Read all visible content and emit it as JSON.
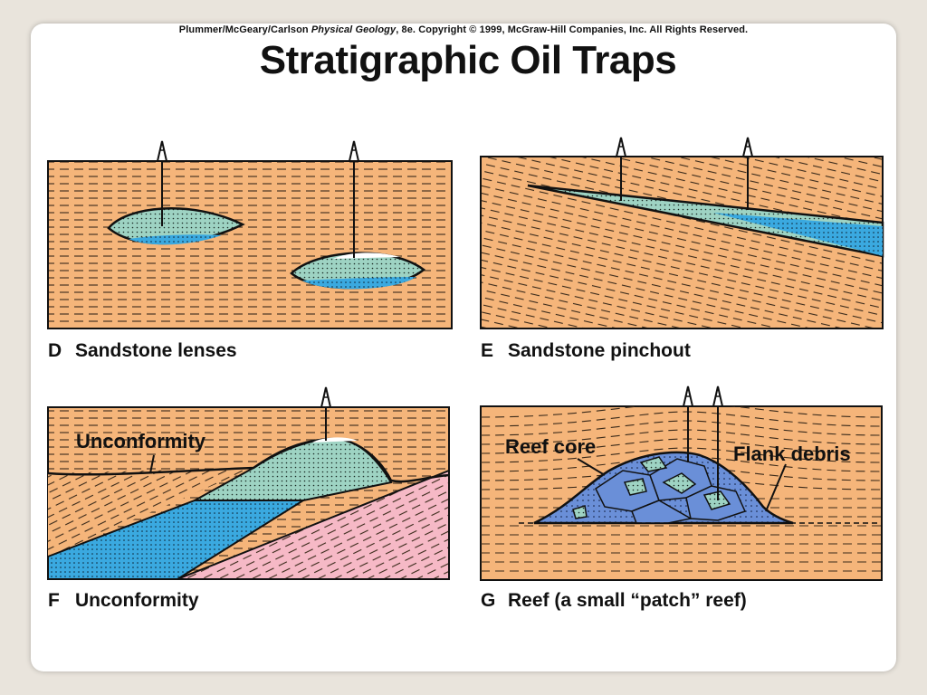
{
  "copyright": {
    "authors": "Plummer/McGeary/Carlson",
    "book": "Physical Geology",
    "rest": ", 8e.  Copyright © 1999, McGraw-Hill Companies, Inc. All Rights Reserved."
  },
  "title": "Stratigraphic Oil Traps",
  "panels": {
    "d": {
      "letter": "D",
      "caption": "Sandstone lenses"
    },
    "e": {
      "letter": "E",
      "caption": "Sandstone pinchout"
    },
    "f": {
      "letter": "F",
      "caption": "Unconformity",
      "label_unconformity": "Unconformity"
    },
    "g": {
      "letter": "G",
      "caption": "Reef (a small “patch” reef)",
      "label_reef_core": "Reef core",
      "label_flank_debris": "Flank debris"
    }
  },
  "colors": {
    "shale": "#f5b57a",
    "oil": "#9ed3c3",
    "water": "#3aa9e0",
    "basement": "#f6b9c6",
    "reef": "#6a8fd8",
    "outline": "#111111",
    "slide_background": "#e9e4dc"
  }
}
